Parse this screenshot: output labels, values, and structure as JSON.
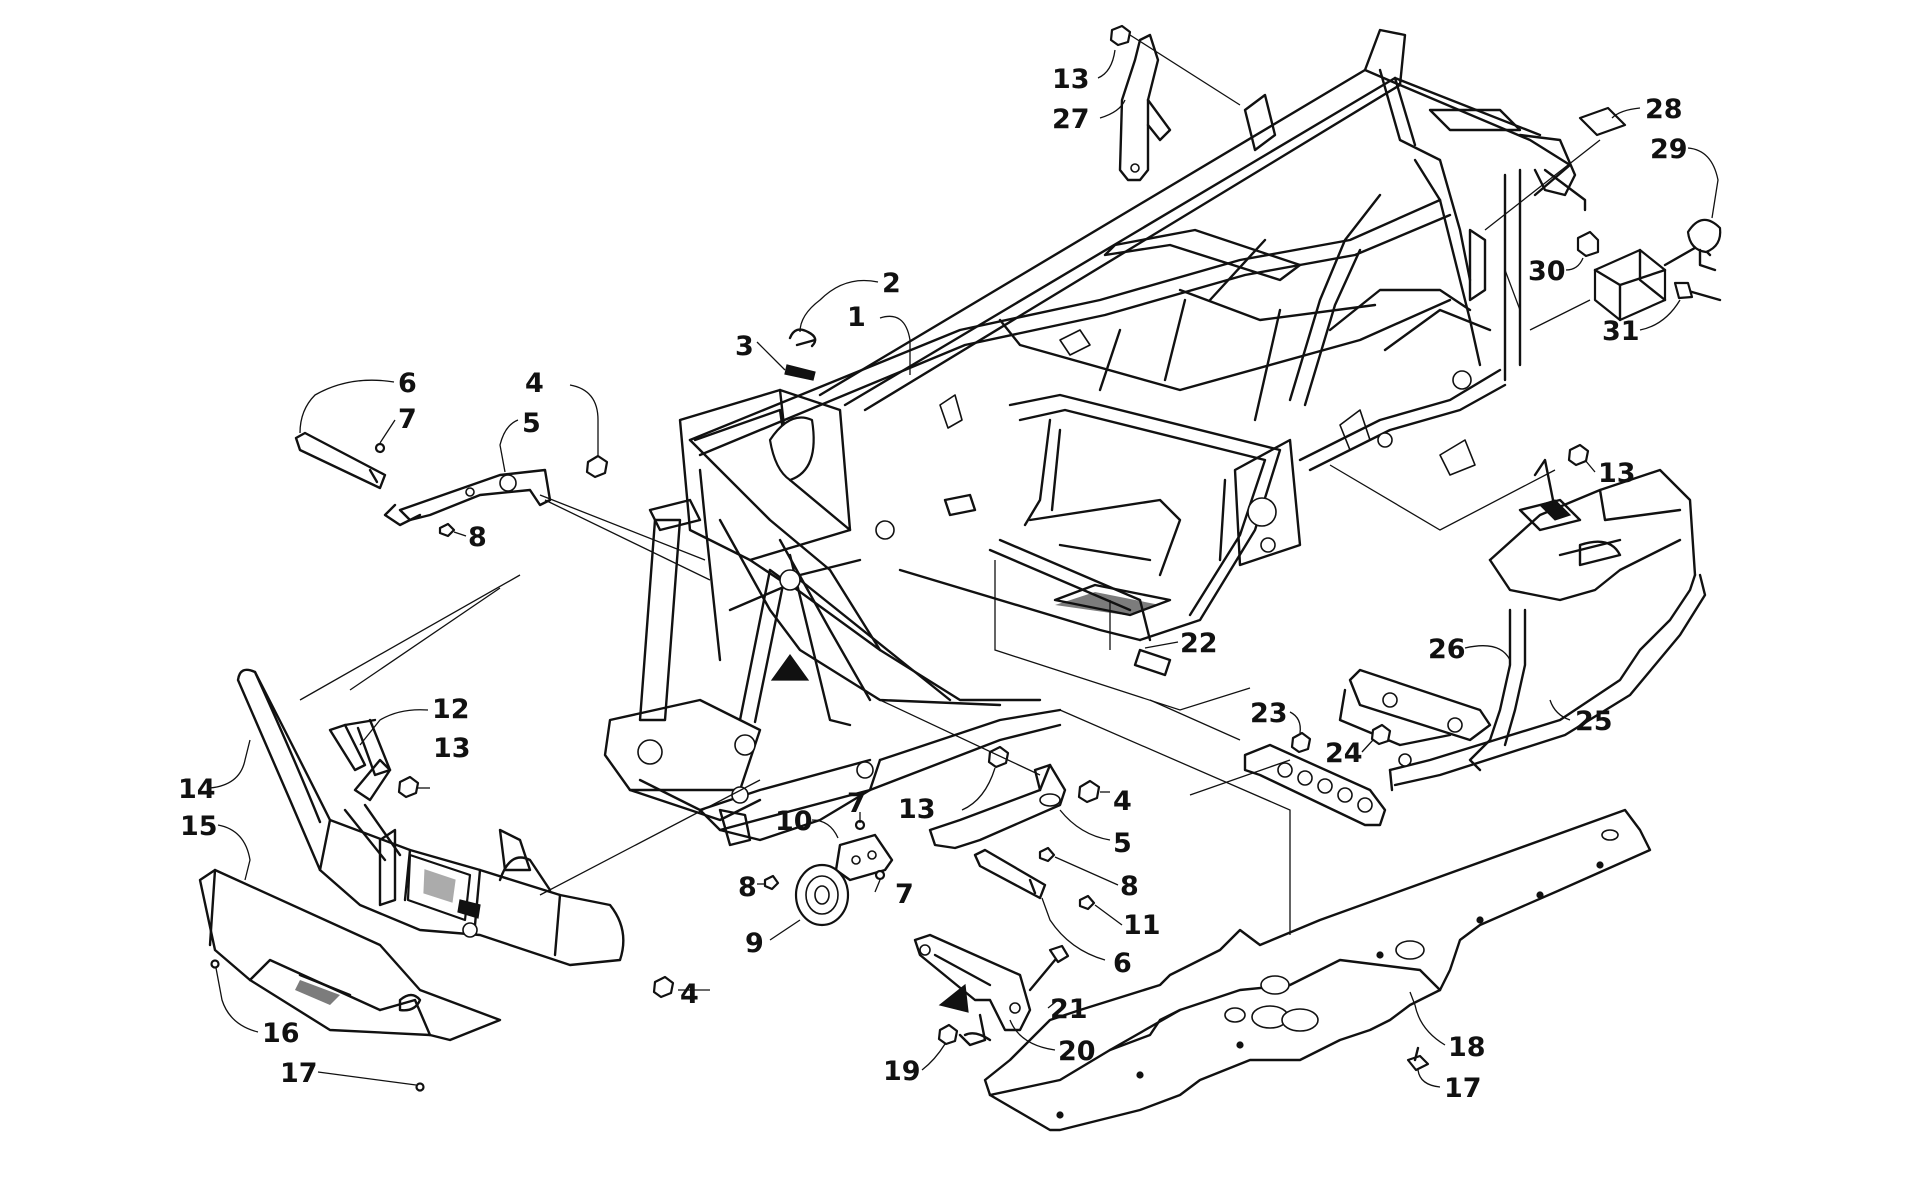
{
  "colors": {
    "ink": "#111111",
    "background": "#ffffff"
  },
  "callouts": [
    {
      "id": "c1",
      "text": "1"
    },
    {
      "id": "c2",
      "text": "2"
    },
    {
      "id": "c3",
      "text": "3"
    },
    {
      "id": "c4a",
      "text": "4"
    },
    {
      "id": "c4b",
      "text": "4"
    },
    {
      "id": "c4c",
      "text": "4"
    },
    {
      "id": "c5a",
      "text": "5"
    },
    {
      "id": "c5b",
      "text": "5"
    },
    {
      "id": "c6a",
      "text": "6"
    },
    {
      "id": "c6b",
      "text": "6"
    },
    {
      "id": "c7a",
      "text": "7"
    },
    {
      "id": "c7b",
      "text": "7"
    },
    {
      "id": "c7c",
      "text": "7"
    },
    {
      "id": "c8a",
      "text": "8"
    },
    {
      "id": "c8b",
      "text": "8"
    },
    {
      "id": "c8c",
      "text": "8"
    },
    {
      "id": "c9",
      "text": "9"
    },
    {
      "id": "c10",
      "text": "10"
    },
    {
      "id": "c11",
      "text": "11"
    },
    {
      "id": "c12",
      "text": "12"
    },
    {
      "id": "c13a",
      "text": "13"
    },
    {
      "id": "c13b",
      "text": "13"
    },
    {
      "id": "c13c",
      "text": "13"
    },
    {
      "id": "c13d",
      "text": "13"
    },
    {
      "id": "c14",
      "text": "14"
    },
    {
      "id": "c15",
      "text": "15"
    },
    {
      "id": "c16",
      "text": "16"
    },
    {
      "id": "c17a",
      "text": "17"
    },
    {
      "id": "c17b",
      "text": "17"
    },
    {
      "id": "c18",
      "text": "18"
    },
    {
      "id": "c19",
      "text": "19"
    },
    {
      "id": "c20",
      "text": "20"
    },
    {
      "id": "c21",
      "text": "21"
    },
    {
      "id": "c22",
      "text": "22"
    },
    {
      "id": "c23",
      "text": "23"
    },
    {
      "id": "c24",
      "text": "24"
    },
    {
      "id": "c25",
      "text": "25"
    },
    {
      "id": "c26",
      "text": "26"
    },
    {
      "id": "c27",
      "text": "27"
    },
    {
      "id": "c28",
      "text": "28"
    },
    {
      "id": "c29",
      "text": "29"
    },
    {
      "id": "c30",
      "text": "30"
    },
    {
      "id": "c31",
      "text": "31"
    }
  ]
}
